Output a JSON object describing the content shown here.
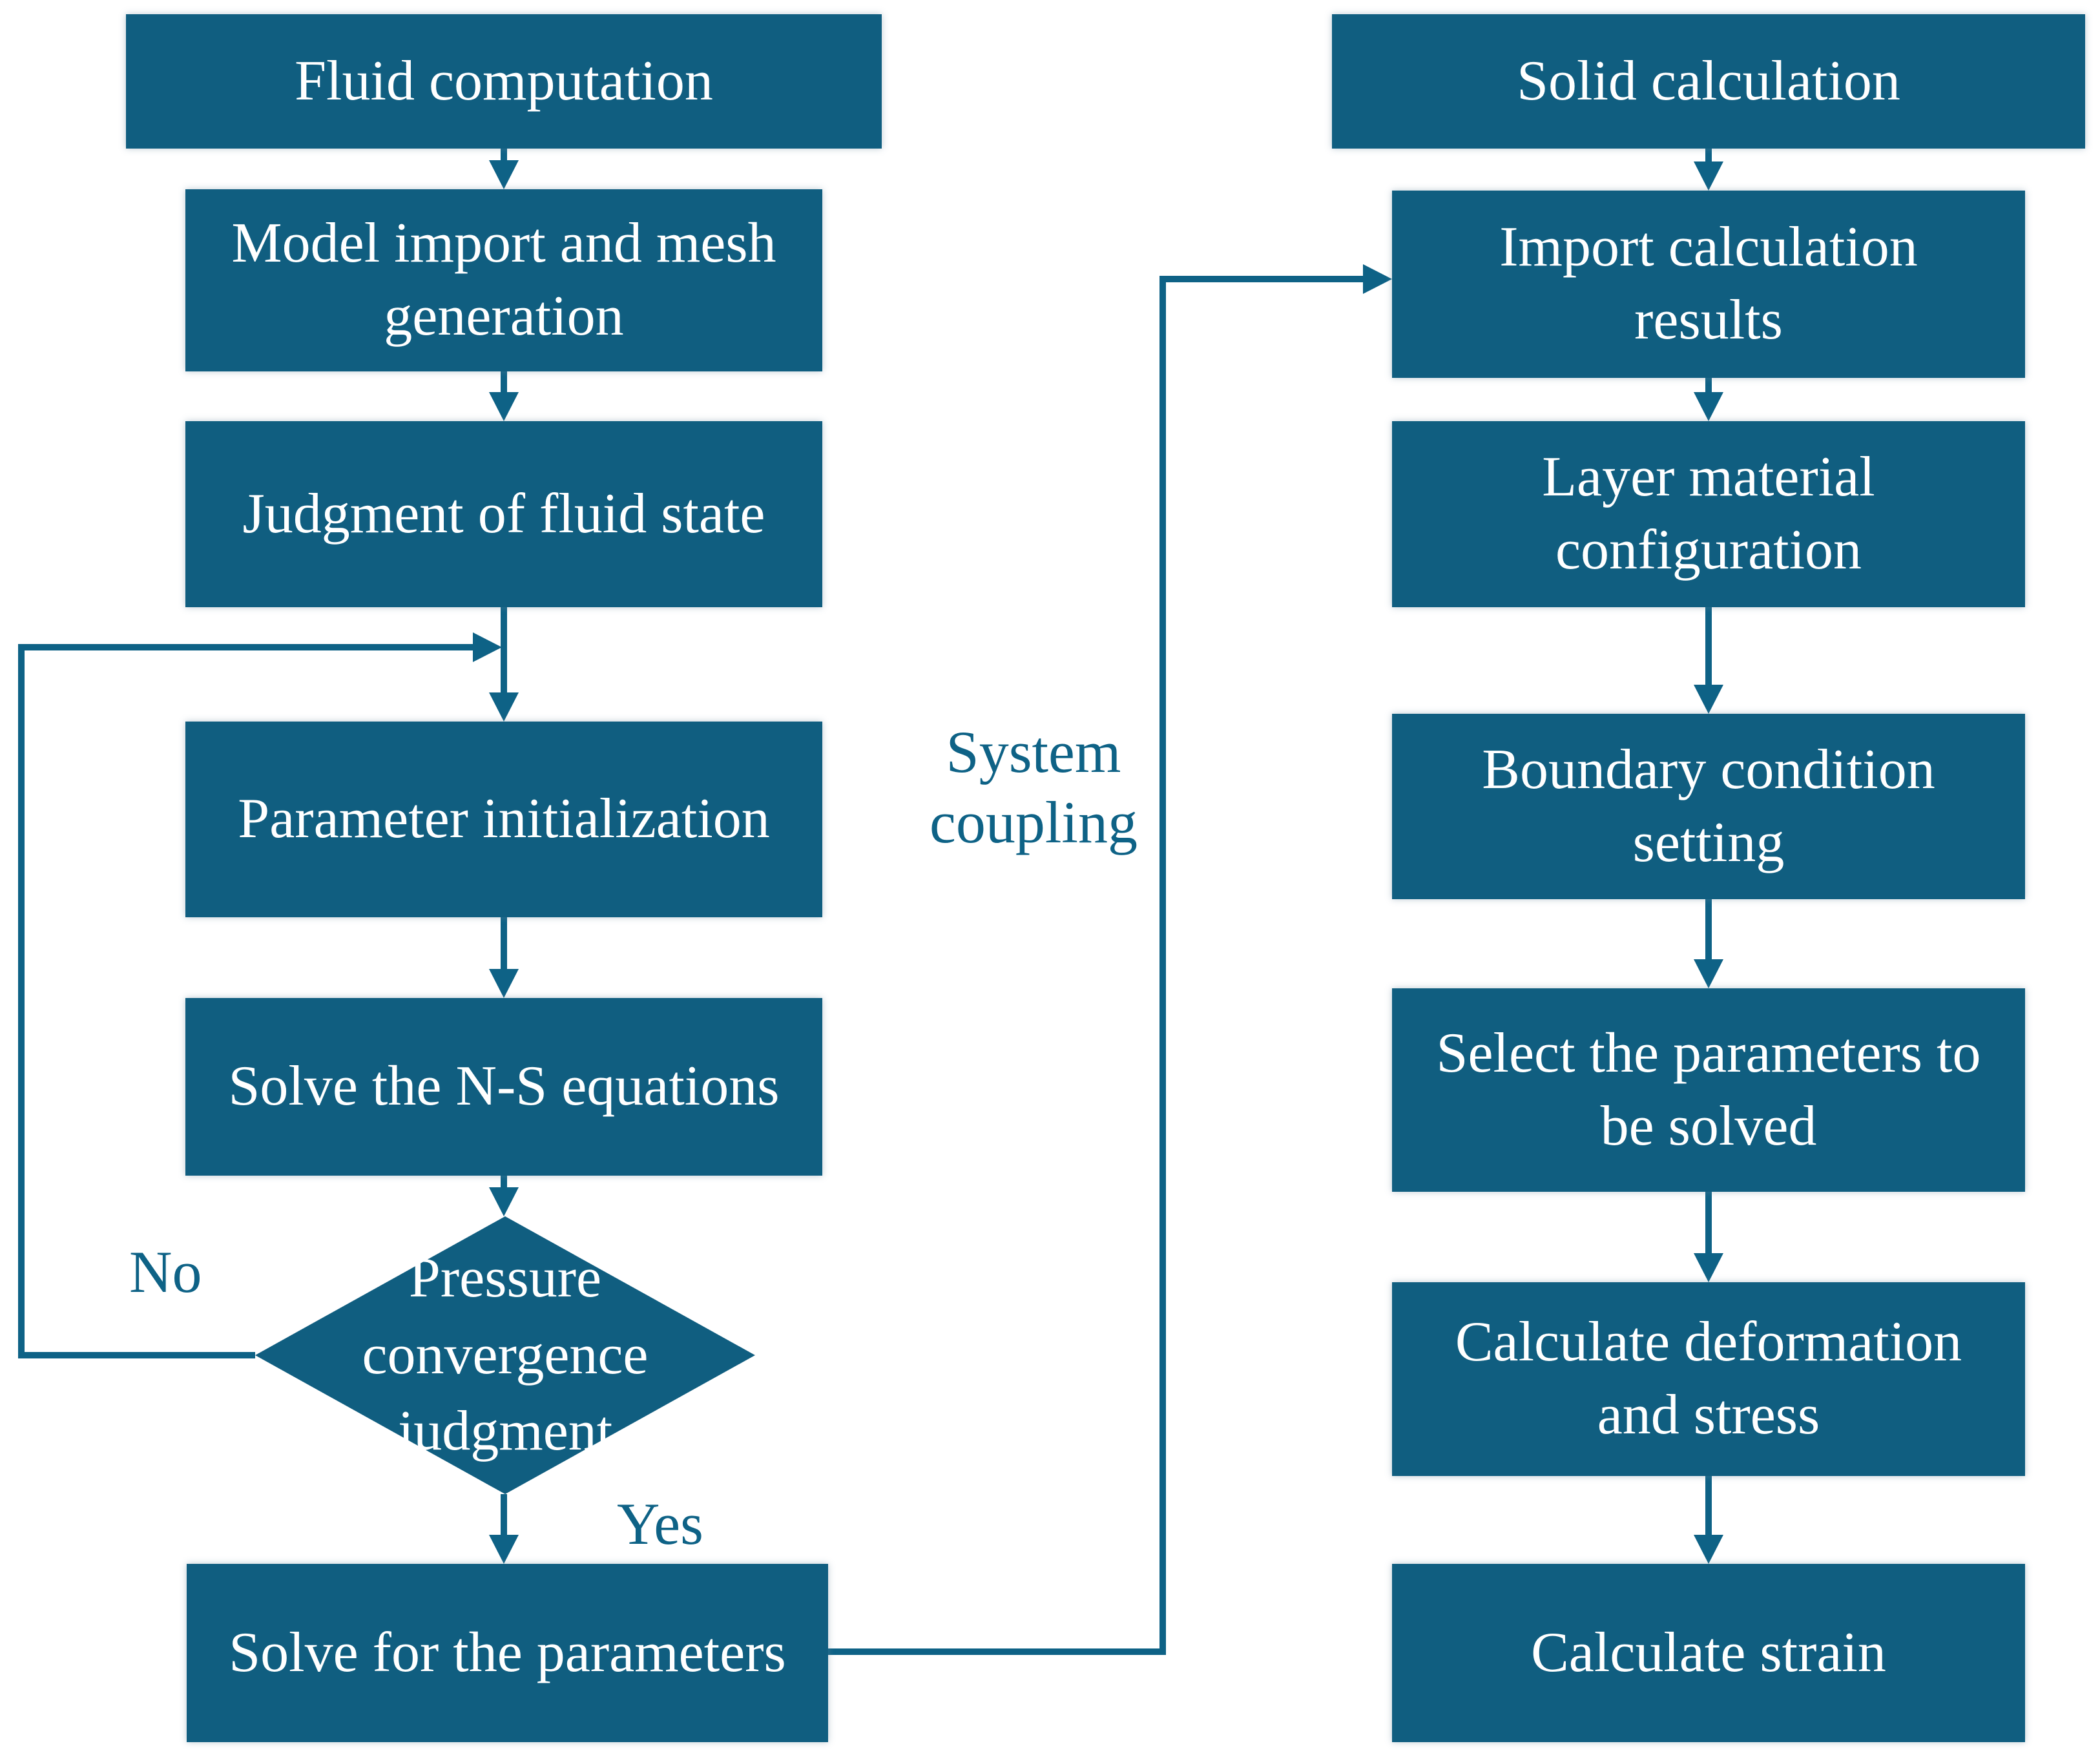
{
  "flowchart": {
    "colors": {
      "node_fill": "#105E80",
      "connector": "#0E6286",
      "node_text": "#FFFFFF",
      "label_text": "#0E6286",
      "background": "#FFFFFF"
    },
    "left_column": {
      "nodes": [
        {
          "id": "fluid-computation",
          "shape": "rect",
          "label": "Fluid computation",
          "lines": [
            "Fluid computation"
          ]
        },
        {
          "id": "model-import-mesh",
          "shape": "rect",
          "label": "Model import and mesh generation",
          "lines": [
            "Model import and mesh",
            "generation"
          ]
        },
        {
          "id": "judgment-fluid-state",
          "shape": "rect",
          "label": "Judgment of fluid state",
          "lines": [
            "Judgment of fluid state"
          ]
        },
        {
          "id": "parameter-initialization",
          "shape": "rect",
          "label": "Parameter initialization",
          "lines": [
            "Parameter initialization"
          ]
        },
        {
          "id": "solve-ns-equations",
          "shape": "rect",
          "label": "Solve the N-S equations",
          "lines": [
            "Solve the N-S equations"
          ]
        },
        {
          "id": "pressure-convergence-judgment",
          "shape": "diamond",
          "label": "Pressure convergence judgment",
          "lines": [
            "Pressure",
            "convergence",
            "judgment"
          ]
        },
        {
          "id": "solve-for-parameters",
          "shape": "rect",
          "label": "Solve for the parameters",
          "lines": [
            "Solve for the parameters"
          ]
        }
      ]
    },
    "right_column": {
      "nodes": [
        {
          "id": "solid-calculation",
          "shape": "rect",
          "label": "Solid calculation",
          "lines": [
            "Solid calculation"
          ]
        },
        {
          "id": "import-calculation-results",
          "shape": "rect",
          "label": "Import calculation results",
          "lines": [
            "Import calculation",
            "results"
          ]
        },
        {
          "id": "layer-material-configuration",
          "shape": "rect",
          "label": "Layer material configuration",
          "lines": [
            "Layer material",
            "configuration"
          ]
        },
        {
          "id": "boundary-condition-setting",
          "shape": "rect",
          "label": "Boundary condition setting",
          "lines": [
            "Boundary condition",
            "setting"
          ]
        },
        {
          "id": "select-parameters-to-be-solved",
          "shape": "rect",
          "label": "Select the parameters to be solved",
          "lines": [
            "Select the parameters to",
            "be solved"
          ]
        },
        {
          "id": "calculate-deformation-stress",
          "shape": "rect",
          "label": "Calculate deformation and stress",
          "lines": [
            "Calculate deformation",
            "and stress"
          ]
        },
        {
          "id": "calculate-strain",
          "shape": "rect",
          "label": "Calculate strain",
          "lines": [
            "Calculate strain"
          ]
        }
      ]
    },
    "edge_labels": {
      "no": "No",
      "yes": "Yes",
      "system_coupling_lines": [
        "System",
        "coupling"
      ]
    }
  }
}
